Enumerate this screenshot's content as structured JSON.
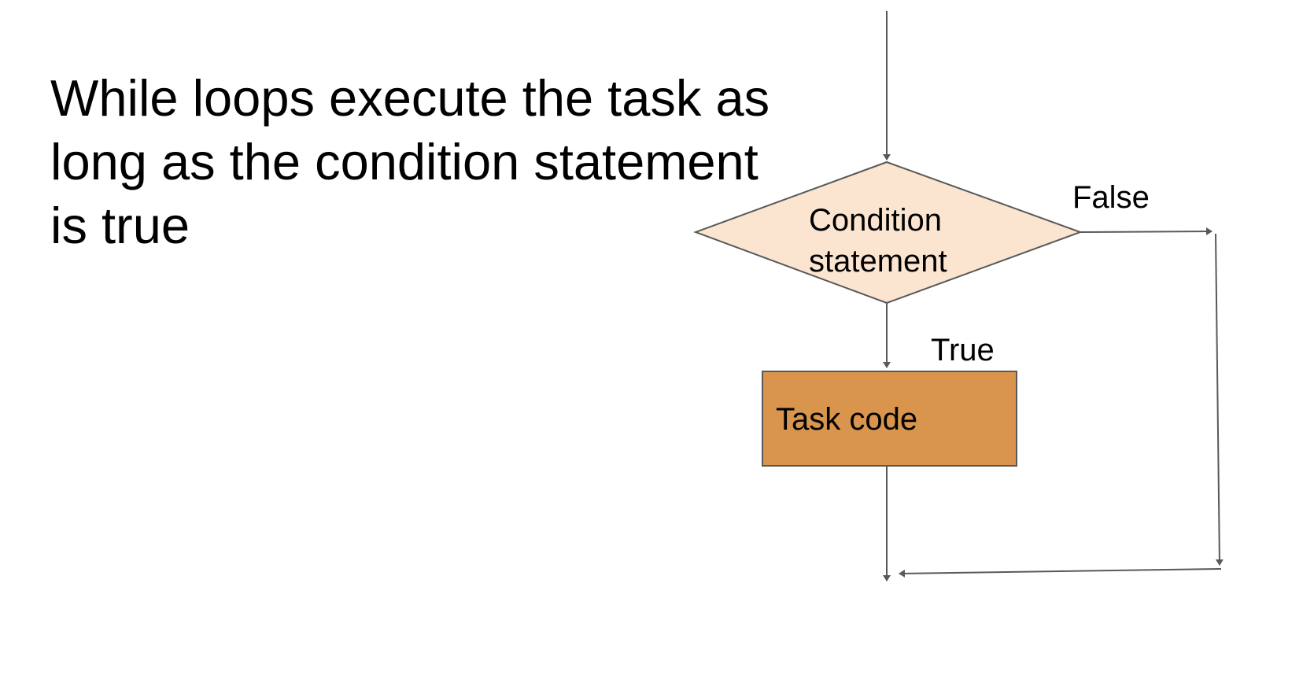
{
  "slide": {
    "text_lines": [
      "While loops execute the task as",
      "long as the condition statement",
      "is true"
    ]
  },
  "diagram": {
    "decision": {
      "label_lines": [
        "Condition",
        "statement"
      ],
      "fill": "#fbe5d0",
      "stroke": "#595959"
    },
    "task": {
      "label": "Task code",
      "fill": "#d9944d",
      "stroke": "#595959"
    },
    "edge_labels": {
      "false": "False",
      "true": "True"
    },
    "connector_color": "#595959"
  }
}
